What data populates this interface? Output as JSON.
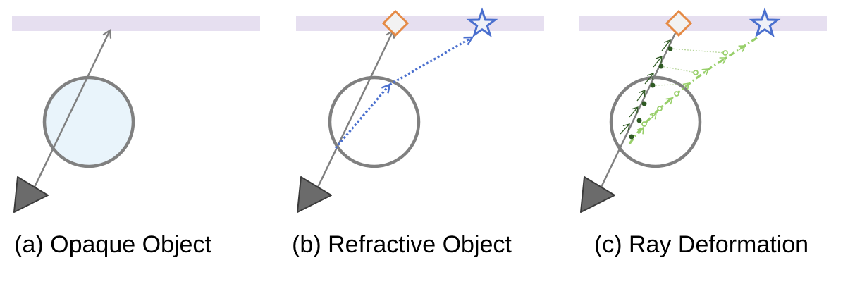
{
  "panels": [
    {
      "caption": "(a) Opaque Object"
    },
    {
      "caption": "(b) Refractive Object"
    },
    {
      "caption": "(c) Ray Deformation"
    }
  ],
  "colors": {
    "background_plane": "#e6dff0",
    "sphere_stroke": "#808080",
    "opaque_sphere_fill": "#e9f4fb",
    "camera_ray": "#808080",
    "camera": "#6b6b6b",
    "refracted_ray": "#4a6fce",
    "diamond_marker": "#e58a45",
    "star_marker": "#4a6fce",
    "deformed_ray": "#98cf6a",
    "deformed_samples": "#2f5a23"
  },
  "icons": [
    "camera-triangle-icon",
    "diamond-marker-icon",
    "star-marker-icon"
  ]
}
